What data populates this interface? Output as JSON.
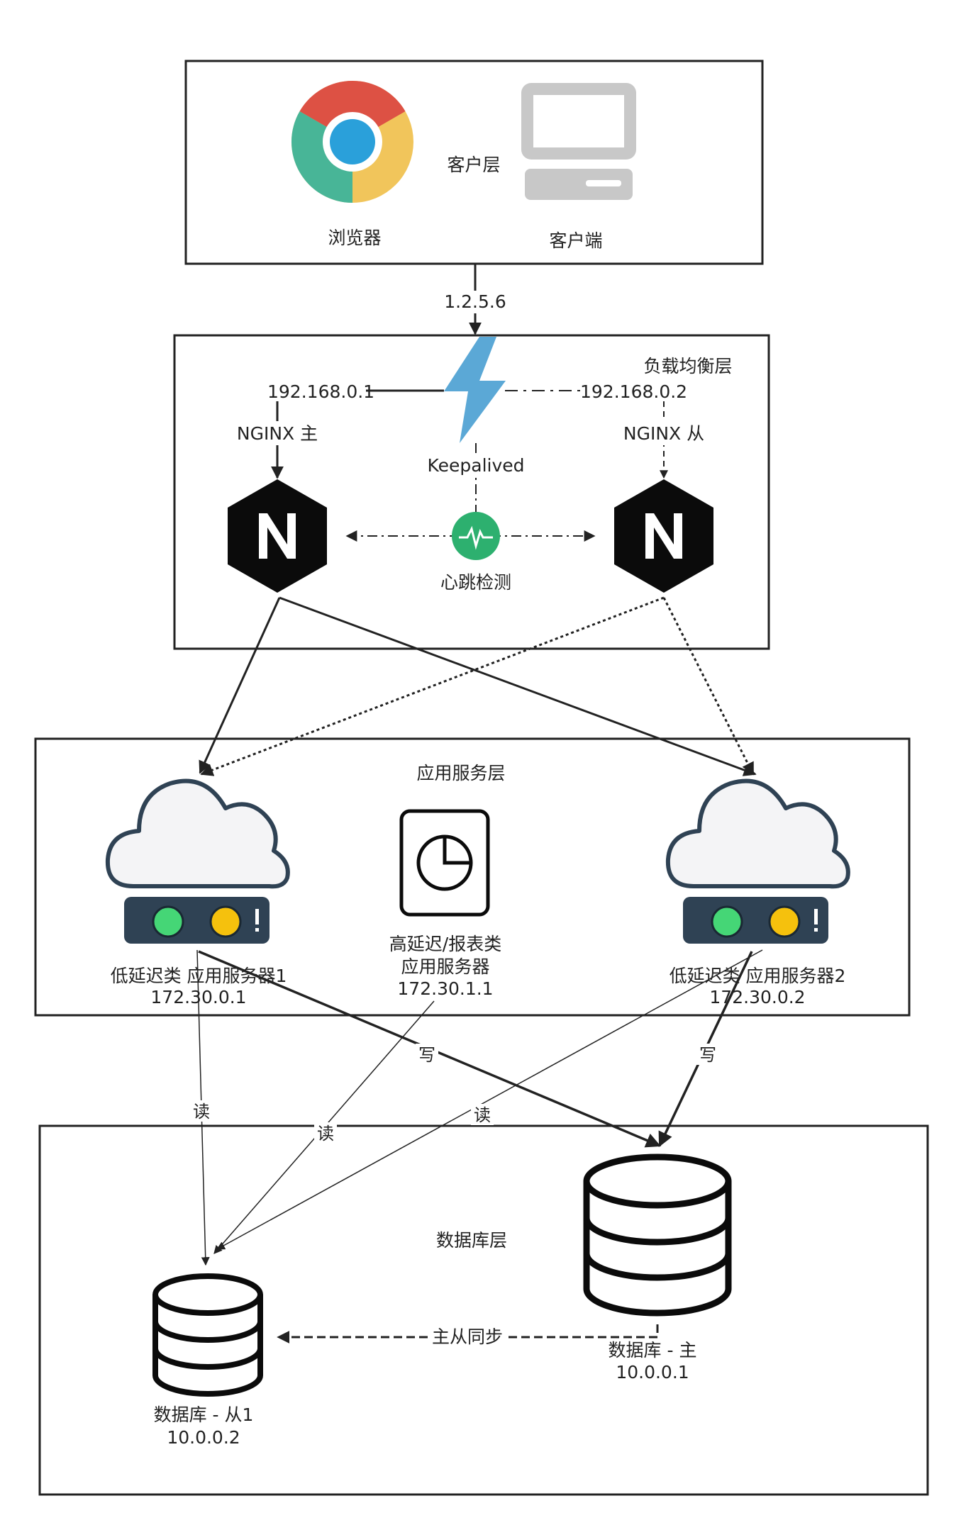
{
  "client_layer": {
    "label": "客户层",
    "browser_label": "浏览器",
    "client_label": "客户端",
    "chrome_colors": [
      "#dd5144",
      "#48b597",
      "#f1c55b",
      "#2aa0da"
    ]
  },
  "link_ip": "1.2.5.6",
  "lb_layer": {
    "label": "负载均衡层",
    "vip_left": "192.168.0.1",
    "vip_right": "192.168.0.2",
    "keepalived_label": "Keepalived",
    "nginx_master": "NGINX 主",
    "nginx_slave": "NGINX 从",
    "heartbeat_label": "心跳检测",
    "bolt_color": "#5ba8d6",
    "heartbeat_color": "#2db06f"
  },
  "app_layer": {
    "label": "应用服务层",
    "server1_name": "低延迟类 应用服务器1",
    "server1_ip": "172.30.0.1",
    "report_line1": "高延迟/报表类",
    "report_line2": "应用服务器",
    "report_ip": "172.30.1.1",
    "server2_name": "低延迟类 应用服务器2",
    "server2_ip": "172.30.0.2",
    "led_green": "#45d676",
    "led_yellow": "#f5c10d",
    "rack_color": "#2f4254"
  },
  "edges": {
    "read": "读",
    "write": "写",
    "sync": "主从同步"
  },
  "db_layer": {
    "label": "数据库层",
    "slave_name": "数据库 - 从1",
    "slave_ip": "10.0.0.2",
    "master_name": "数据库 - 主",
    "master_ip": "10.0.0.1"
  }
}
